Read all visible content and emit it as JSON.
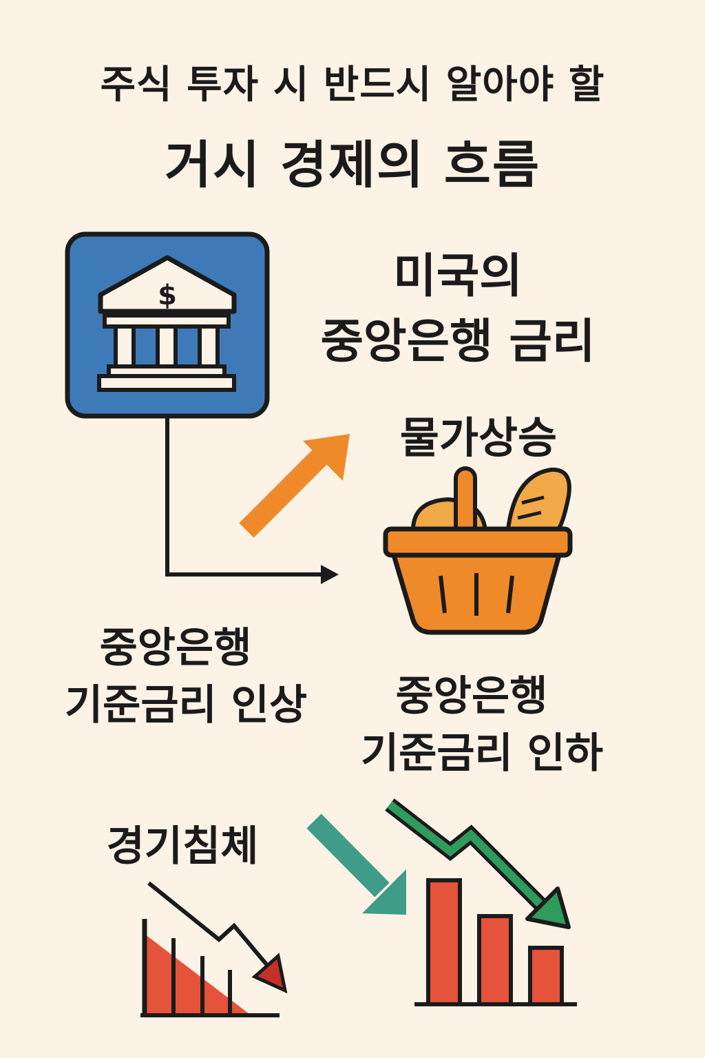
{
  "title": {
    "line1": "주식 투자 시 반드시 알아야 할",
    "line2": "거시 경제의 흐름"
  },
  "fed_rate": {
    "line1": "미국의",
    "line2": "중앙은행 금리",
    "bank_symbol": "$"
  },
  "inflation": {
    "label": "물가상승"
  },
  "rate_hike": {
    "line1": "중앙은행",
    "line2": "기준금리 인상"
  },
  "rate_cut": {
    "line1": "중앙은행",
    "line2": "기준금리 인하"
  },
  "recession": {
    "label": "경기침체"
  },
  "colors": {
    "background": "#fcf3e6",
    "bank_blue": "#3f7ab8",
    "orange": "#ef8a2a",
    "red": "#e4533a",
    "teal": "#3e9c88",
    "green": "#2f9b5c",
    "outline": "#1b1b1b"
  }
}
